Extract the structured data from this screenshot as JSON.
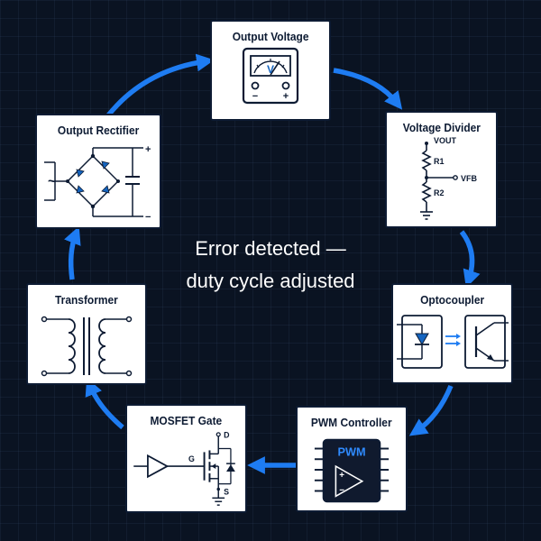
{
  "center_message": {
    "line1": "Error detected —",
    "line2": "duty cycle adjusted"
  },
  "colors": {
    "background": "#0a1322",
    "arrow": "#1e7cf2",
    "card": "#ffffff",
    "ink": "#0d1b33",
    "accent": "#1565c0"
  },
  "stages": {
    "output_voltage": {
      "title": "Output Voltage",
      "meter_letter": "V",
      "minus": "−",
      "plus": "+"
    },
    "voltage_divider": {
      "title": "Voltage Divider",
      "vout": "VOUT",
      "r1": "R1",
      "r2": "R2",
      "vfb": "VFB"
    },
    "optocoupler": {
      "title": "Optocoupler"
    },
    "pwm_controller": {
      "title": "PWM Controller",
      "chip_label": "PWM",
      "plus": "+",
      "minus": "−"
    },
    "mosfet_gate": {
      "title": "MOSFET Gate",
      "g": "G",
      "d": "D",
      "s": "S"
    },
    "transformer": {
      "title": "Transformer"
    },
    "output_rectifier": {
      "title": "Output Rectifier",
      "ac_symbol": "~",
      "plus": "+",
      "minus": "−"
    }
  },
  "flow_order": [
    "Output Voltage",
    "Voltage Divider",
    "Optocoupler",
    "PWM Controller",
    "MOSFET Gate",
    "Transformer",
    "Output Rectifier"
  ]
}
